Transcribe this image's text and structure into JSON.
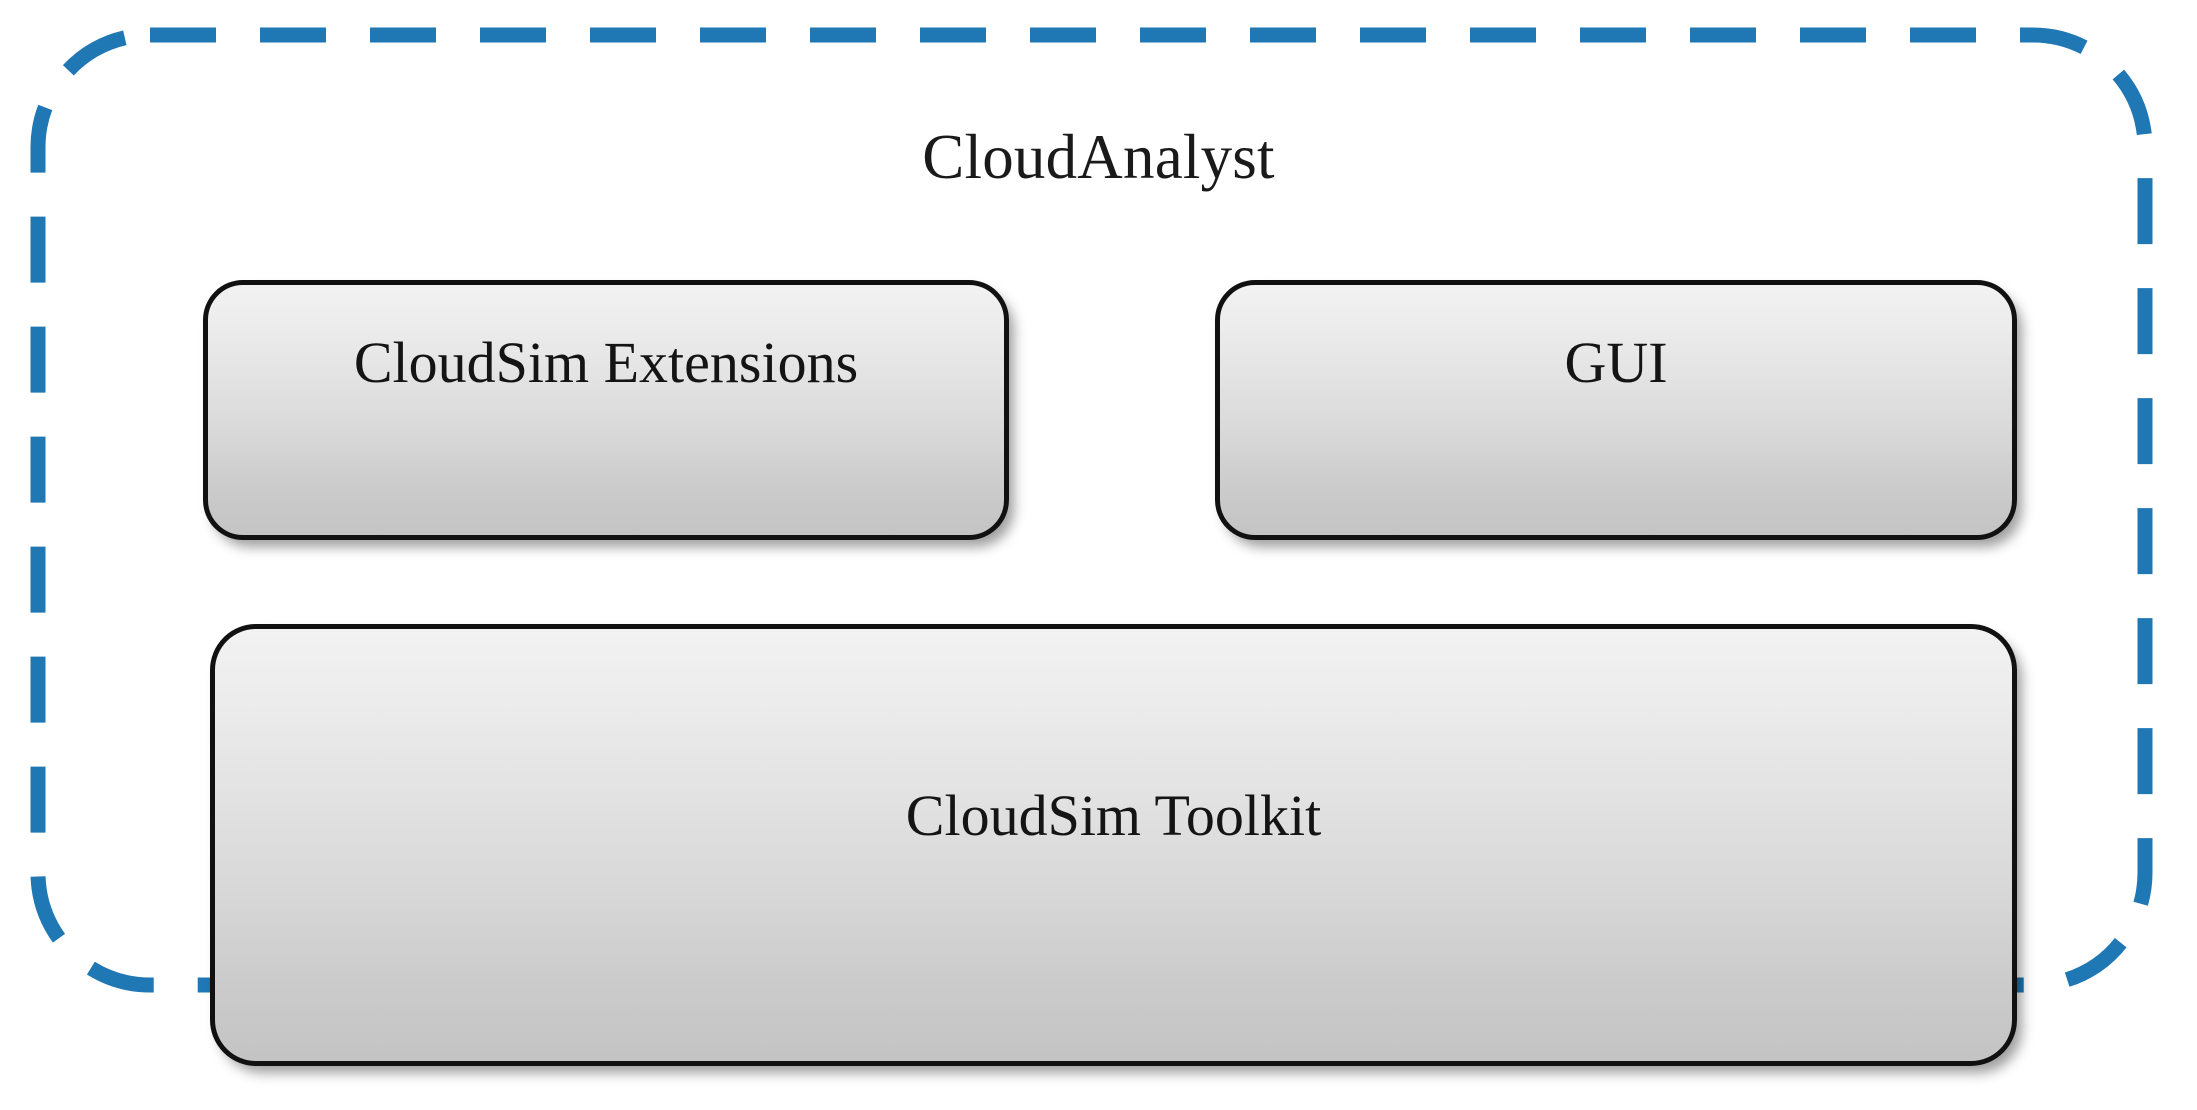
{
  "diagram": {
    "title": "CloudAnalyst",
    "container": {
      "label": "CloudAnalyst",
      "border_style": "dashed",
      "border_color": "#1f77b4"
    },
    "components": [
      {
        "id": "cloudsim-extensions",
        "label": "CloudSim Extensions",
        "layer": "top",
        "column": "left"
      },
      {
        "id": "gui",
        "label": "GUI",
        "layer": "top",
        "column": "right"
      },
      {
        "id": "cloudsim-toolkit",
        "label": "CloudSim Toolkit",
        "layer": "bottom",
        "column": "full"
      }
    ],
    "colors": {
      "accent": "#1f77b4",
      "box_border": "#111111",
      "box_fill_top": "#f2f2f2",
      "box_fill_bottom": "#c4c4c4",
      "text": "#141414",
      "background": "#ffffff"
    }
  }
}
